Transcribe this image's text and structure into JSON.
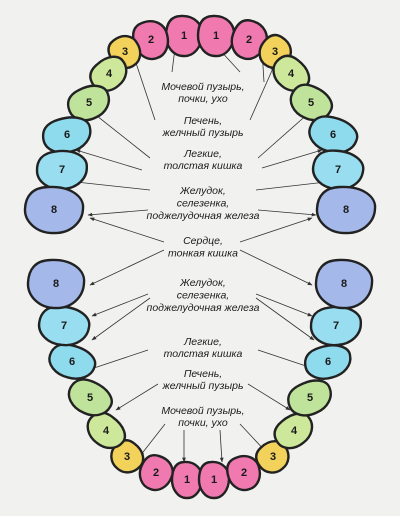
{
  "colors": {
    "1": "#f07ab0",
    "2": "#f07ab0",
    "3": "#f2d25b",
    "4": "#cde89a",
    "5": "#bfe39b",
    "6": "#8fdbee",
    "7": "#98def0",
    "8": "#a4b8ea",
    "outline": "#222222",
    "arrow": "#333333"
  },
  "teeth": [
    {
      "id": "u-l-1",
      "num": "1"
    },
    {
      "id": "u-l-2",
      "num": "2"
    },
    {
      "id": "u-l-3",
      "num": "3"
    },
    {
      "id": "u-l-4",
      "num": "4"
    },
    {
      "id": "u-l-5",
      "num": "5"
    },
    {
      "id": "u-l-6",
      "num": "6"
    },
    {
      "id": "u-l-7",
      "num": "7"
    },
    {
      "id": "u-l-8",
      "num": "8"
    },
    {
      "id": "u-r-1",
      "num": "1"
    },
    {
      "id": "u-r-2",
      "num": "2"
    },
    {
      "id": "u-r-3",
      "num": "3"
    },
    {
      "id": "u-r-4",
      "num": "4"
    },
    {
      "id": "u-r-5",
      "num": "5"
    },
    {
      "id": "u-r-6",
      "num": "6"
    },
    {
      "id": "u-r-7",
      "num": "7"
    },
    {
      "id": "u-r-8",
      "num": "8"
    },
    {
      "id": "l-l-1",
      "num": "1"
    },
    {
      "id": "l-l-2",
      "num": "2"
    },
    {
      "id": "l-l-3",
      "num": "3"
    },
    {
      "id": "l-l-4",
      "num": "4"
    },
    {
      "id": "l-l-5",
      "num": "5"
    },
    {
      "id": "l-l-6",
      "num": "6"
    },
    {
      "id": "l-l-7",
      "num": "7"
    },
    {
      "id": "l-l-8",
      "num": "8"
    },
    {
      "id": "l-r-1",
      "num": "1"
    },
    {
      "id": "l-r-2",
      "num": "2"
    },
    {
      "id": "l-r-3",
      "num": "3"
    },
    {
      "id": "l-r-4",
      "num": "4"
    },
    {
      "id": "l-r-5",
      "num": "5"
    },
    {
      "id": "l-r-6",
      "num": "6"
    },
    {
      "id": "l-r-7",
      "num": "7"
    },
    {
      "id": "l-r-8",
      "num": "8"
    }
  ],
  "labels": [
    {
      "id": "upper-bladder",
      "lines": [
        "Мочевой пузырь,",
        "почки, ухо"
      ]
    },
    {
      "id": "upper-liver",
      "lines": [
        "Печень,",
        "желчный пузырь"
      ]
    },
    {
      "id": "upper-lungs",
      "lines": [
        "Легкие,",
        "толстая кишка"
      ]
    },
    {
      "id": "upper-stomach",
      "lines": [
        "Желудок,",
        "селезенка,",
        "поджелудочная железа"
      ]
    },
    {
      "id": "heart",
      "lines": [
        "Сердце,",
        "тонкая кишка"
      ]
    },
    {
      "id": "lower-stomach",
      "lines": [
        "Желудок,",
        "селезенка,",
        "поджелудочная железа"
      ]
    },
    {
      "id": "lower-lungs",
      "lines": [
        "Легкие,",
        "толстая кишка"
      ]
    },
    {
      "id": "lower-liver",
      "lines": [
        "Печень,",
        "желчный пузырь"
      ]
    },
    {
      "id": "lower-bladder",
      "lines": [
        "Мочевой пузырь,",
        "почки, ухо"
      ]
    }
  ]
}
